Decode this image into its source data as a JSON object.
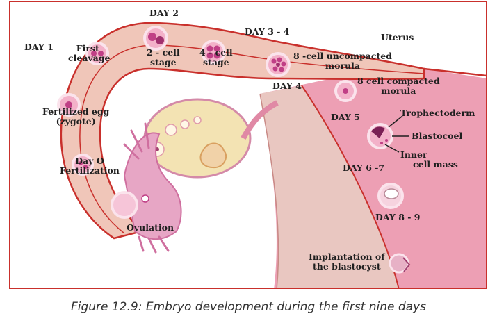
{
  "labels": {
    "day1": "DAY 1",
    "day2": "DAY 2",
    "day34": "DAY 3 - 4",
    "uterus": "Uterus",
    "first_cleavage_1": "First",
    "first_cleavage_2": "cleavage",
    "two_cell_1": "2 - cell",
    "two_cell_2": "stage",
    "four_cell_1": "4 - cell",
    "four_cell_2": "stage",
    "uncompacted_1": "8 -cell uncompacted",
    "uncompacted_2": "morula",
    "day4": "DAY 4",
    "compacted_1": "8 cell compacted",
    "compacted_2": "morula",
    "fert_egg_1": "Fertilized egg",
    "fert_egg_2": "(zygote)",
    "day5": "DAY 5",
    "trophectoderm": "Trophectoderm",
    "blastocoel": "Blastocoel",
    "inner_1": "Inner",
    "inner_2": "cell mass",
    "day0_1": "Day O",
    "day0_2": "Fertilization",
    "day67": "DAY 6 -7",
    "day89": "DAY 8 - 9",
    "ovulation": "Ovulation",
    "implant_1": "Implantation of",
    "implant_2": "the blastocyst"
  },
  "caption": "Figure 12.9:  Embryo development during the first nine days",
  "colors": {
    "tube": "#f0c6b9",
    "tube_outline": "#c9302c",
    "uterus_wall": "#ed9fb4",
    "uterus_inner": "#e9c7c1",
    "ovary": "#f3e3b3",
    "cell": "#c03f86",
    "cell_ring": "#fbe3ec",
    "frame": "#c9302c"
  }
}
